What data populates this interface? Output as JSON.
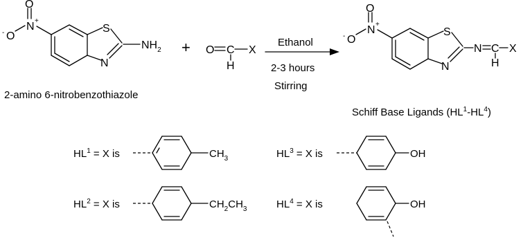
{
  "reactant1": {
    "name": "2-amino 6-nitrobenzothiazole",
    "atoms": {
      "o_top": "O",
      "o_minus": "O",
      "minus": "-",
      "n_plus": "N",
      "plus": "+",
      "s": "S",
      "n": "N",
      "nh2": "NH",
      "nh2_sub": "2"
    }
  },
  "plus_sign": "+",
  "reactant2": {
    "o": "O",
    "c": "C",
    "h": "H",
    "x": "X"
  },
  "conditions": {
    "solvent": "Ethanol",
    "time": "2-3 hours",
    "mode": "Stirring"
  },
  "product": {
    "name_main": "Schiff Base Ligands (HL",
    "name_sup1": "1",
    "name_mid": "-HL",
    "name_sup2": "4",
    "name_end": ")",
    "atoms": {
      "o_top": "O",
      "o_minus": "O",
      "minus": "-",
      "n_plus": "N",
      "plus": "+",
      "s": "S",
      "n": "N",
      "n_imine": "N",
      "c": "C",
      "h": "H",
      "x": "X"
    }
  },
  "definitions": [
    {
      "base": "HL",
      "sup": "1",
      "text": " = X is",
      "group": "CH",
      "group_sub": "3"
    },
    {
      "base": "HL",
      "sup": "2",
      "text": " = X is",
      "group": "CH",
      "group_sub": "2",
      "group_tail": "CH",
      "group_sub2": "3"
    },
    {
      "base": "HL",
      "sup": "3",
      "text": " = X is",
      "group": "OH"
    },
    {
      "base": "HL",
      "sup": "4",
      "text": " = X is",
      "group": "OH"
    }
  ]
}
